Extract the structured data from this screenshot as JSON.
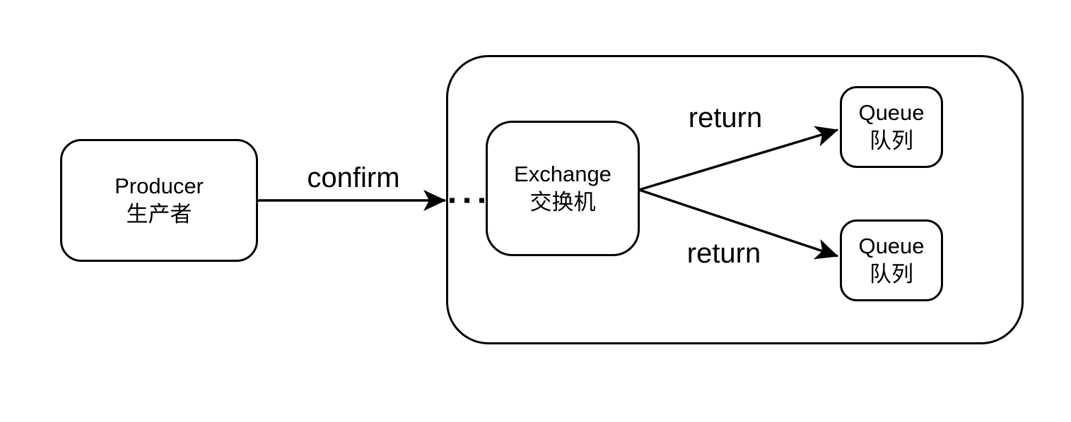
{
  "diagram": {
    "nodes": {
      "producer": {
        "label_en": "Producer",
        "label_zh": "生产者"
      },
      "exchange": {
        "label_en": "Exchange",
        "label_zh": "交换机"
      },
      "queue_top": {
        "label_en": "Queue",
        "label_zh": "队列"
      },
      "queue_bottom": {
        "label_en": "Queue",
        "label_zh": "队列"
      }
    },
    "edges": {
      "confirm_label": "confirm",
      "return_top_label": "return",
      "return_bottom_label": "return"
    },
    "colors": {
      "stroke": "#000000",
      "background": "#ffffff",
      "text": "#000000"
    }
  }
}
